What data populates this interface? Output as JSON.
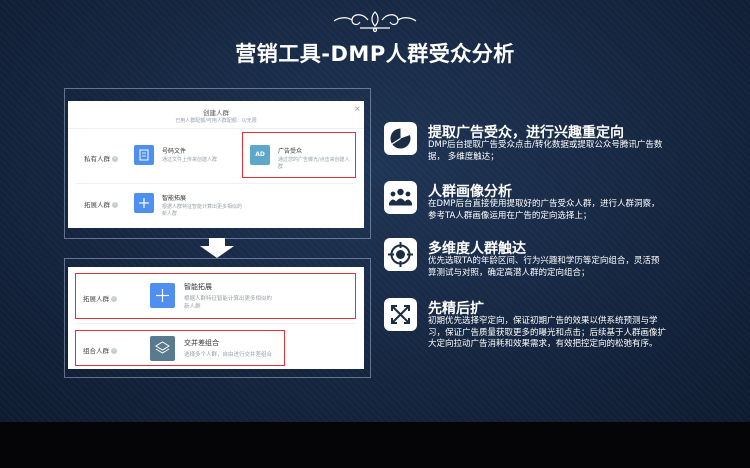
{
  "title": "营销工具-DMP人群受众分析",
  "panel_top": {
    "dialog_title": "创建人群",
    "subtitle": "已用人群配额/可用人群配额：0/无限",
    "close": "×",
    "row1_label": "私有人群",
    "card1_title": "号码文件",
    "card1_desc": "通过文件上传来创建人群",
    "card2_title": "广告受众",
    "card2_desc": "通过您的广告曝光/点击来创建人群",
    "card2_icon_text": "AD",
    "row2_label": "拓展人群",
    "card3_title": "智能拓展",
    "card3_desc": "根据人群特征智能计算出更多相似的新人群"
  },
  "panel_bottom": {
    "row1_label": "拓展人群",
    "card1_title": "智能拓展",
    "card1_desc_line1": "根据人群特征智能计算出更多相似的",
    "card1_desc_line2": "新人群",
    "row2_label": "组合人群",
    "card2_title": "交并差组合",
    "card2_desc": "选择多个人群，自由进行交并差组合"
  },
  "features": [
    {
      "icon": "pie-chart-icon",
      "heading": "提取广告受众，进行兴趣重定向",
      "desc": "DMP后台提取广告受众点击/转化数据或提取公众号腾讯广告数据，  多维度触达；"
    },
    {
      "icon": "people-group-icon",
      "heading": "人群画像分析",
      "desc": "在DMP后台直接使用提取好的广告受众人群，进行人群洞察，参考TA人群画像运用在广告的定向选择上；"
    },
    {
      "icon": "crosshair-target-icon",
      "heading": "多维度人群触达",
      "desc": "优先选取TA的年龄区间、行为兴趣和学历等定向组合，灵活预算测试与对照，确定高潜人群的定向组合；"
    },
    {
      "icon": "expand-arrows-icon",
      "heading": "先精后扩",
      "desc": "初期优先选择窄定向，保证初期广告的效果以供系统预测与学习，保证广告质量获取更多的曝光和点击；后续基于人群画像扩大定向拉动广告消耗和效果需求，有效把控定向的松弛有序。"
    }
  ],
  "colors": {
    "background": "#152640",
    "highlight": "#e0313a",
    "blue_icon": "#4f8ff0",
    "slate_icon": "#5a7a8f"
  }
}
